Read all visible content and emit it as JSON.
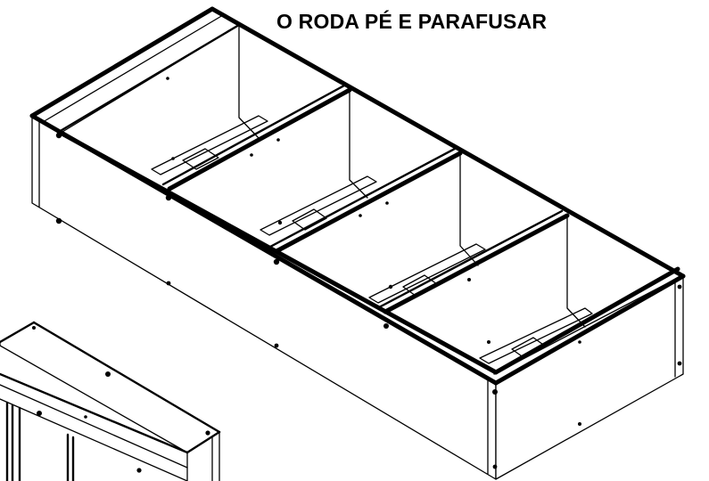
{
  "instruction": {
    "title": "O RODA PÉ E PARAFUSAR"
  },
  "colors": {
    "ink": "#000000",
    "paper": "#ffffff"
  },
  "figure": {
    "main_assembly": "plinth-frame-with-four-compartments",
    "secondary_assembly": "cabinet-body-partial"
  }
}
